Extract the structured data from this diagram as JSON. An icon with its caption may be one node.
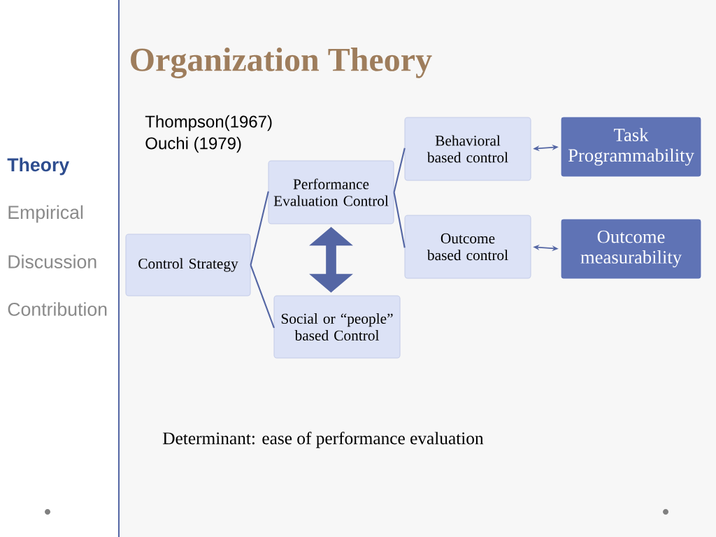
{
  "diagram": {
    "title": "Organization Theory",
    "nodes": [
      {
        "text": [
          "Control Strategy"
        ]
      },
      {
        "text": [
          "Performance Evaluation Control"
        ]
      },
      {
        "text": [
          "Social or “people” based Control"
        ]
      },
      {
        "text": [
          "Behavioral based control"
        ]
      },
      {
        "text": [
          "Outcome based control"
        ]
      },
      {
        "text": [
          "Task Programmability"
        ]
      },
      {
        "text": [
          "Outcome measurability"
        ]
      }
    ],
    "edges": [
      {
        "from": 0,
        "to": 1,
        "arrow": "none"
      },
      {
        "from": 0,
        "to": 2,
        "arrow": "none"
      },
      {
        "from": 1,
        "to": 3,
        "arrow": "none"
      },
      {
        "from": 1,
        "to": 4,
        "arrow": "none"
      },
      {
        "from": 1,
        "to": 2,
        "arrow": "both",
        "style": "thick"
      },
      {
        "from": 3,
        "to": 5,
        "arrow": "both"
      },
      {
        "from": 4,
        "to": 6,
        "arrow": "both"
      }
    ],
    "labels": [
      "Thompson(1967)",
      "Ouchi (1979)",
      "Theory",
      "Empirical",
      "Discussion",
      "Contribution",
      "Determinant: ease of performance evaluation"
    ]
  }
}
